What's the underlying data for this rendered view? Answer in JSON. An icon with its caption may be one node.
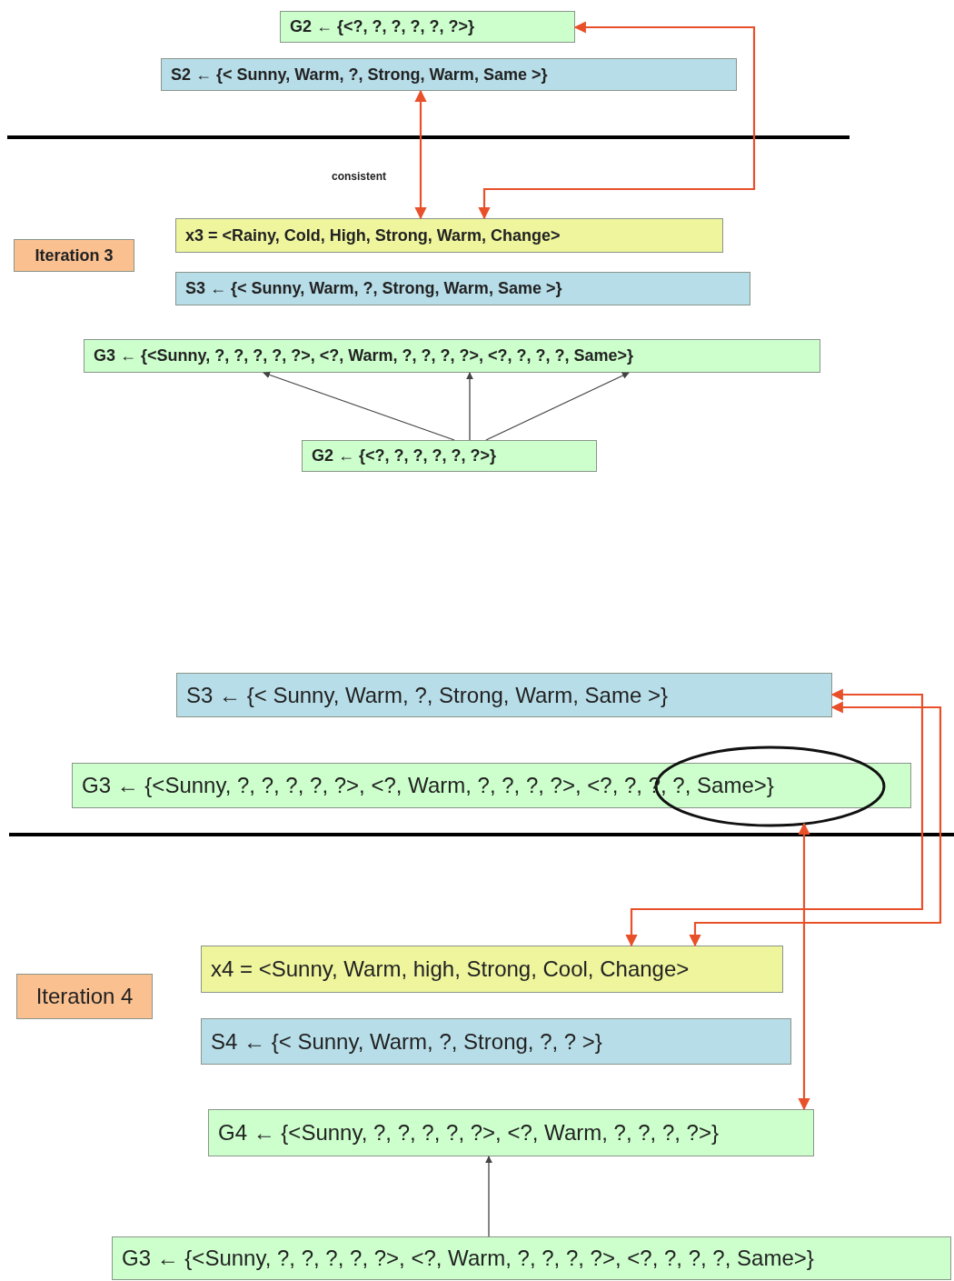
{
  "diagram": {
    "nodes": [
      {
        "text": [
          "G2 ← {<?, ?, ?, ?, ?, ?>}"
        ]
      },
      {
        "text": [
          "S2 ← {< Sunny, Warm, ?, Strong, Warm, Same >}"
        ]
      },
      {
        "text": [
          "x3 = <Rainy, Cold, High, Strong, Warm, Change>"
        ]
      },
      {
        "text": [
          "Iteration 3"
        ]
      },
      {
        "text": [
          "S3 ← {< Sunny, Warm, ?, Strong, Warm, Same >}"
        ]
      },
      {
        "text": [
          "G3 ← {<Sunny, ?, ?, ?, ?, ?>, <?, Warm, ?, ?, ?, ?>, <?, ?, ?, ?, Same>}"
        ]
      },
      {
        "text": [
          "G2 ← {<?, ?, ?, ?, ?, ?>}"
        ]
      },
      {
        "text": [
          "S3 ← {< Sunny, Warm, ?, Strong, Warm, Same >}"
        ]
      },
      {
        "text": [
          "G3 ← {<Sunny, ?, ?, ?, ?, ?>, <?, Warm, ?, ?, ?, ?>, <?, ?, ?, ?, Same>}"
        ]
      },
      {
        "text": [],
        "shape": "ellipse"
      },
      {
        "text": [
          "x4 = <Sunny, Warm, high, Strong, Cool, Change>"
        ]
      },
      {
        "text": [
          "Iteration 4"
        ]
      },
      {
        "text": [
          "S4 ← {< Sunny, Warm, ?, Strong, ?, ? >}"
        ]
      },
      {
        "text": [
          "G4 ← {<Sunny, ?, ?, ?, ?, ?>, <?, Warm, ?, ?, ?, ?>}"
        ]
      },
      {
        "text": [
          "G3 ← {<Sunny, ?, ?, ?, ?, ?>, <?, Warm, ?, ?, ?, ?>, <?, ?, ?, ?, Same>}"
        ]
      }
    ],
    "edges": [
      {
        "from": 1,
        "to": 2,
        "arrow": "both",
        "label": "consistent"
      },
      {
        "from": 0,
        "to": 2,
        "arrow": "both"
      },
      {
        "from": 6,
        "to": 5,
        "arrow": "to",
        "color": "#444444"
      },
      {
        "from": 6,
        "to": 5,
        "arrow": "to",
        "color": "#444444"
      },
      {
        "from": 6,
        "to": 5,
        "arrow": "to",
        "color": "#444444"
      },
      {
        "from": 7,
        "to": 10,
        "arrow": "both"
      },
      {
        "from": 7,
        "to": 10,
        "arrow": "both"
      },
      {
        "from": 13,
        "to": 9,
        "arrow": "both"
      },
      {
        "from": 14,
        "to": 13,
        "arrow": "to",
        "color": "#444444"
      }
    ]
  }
}
